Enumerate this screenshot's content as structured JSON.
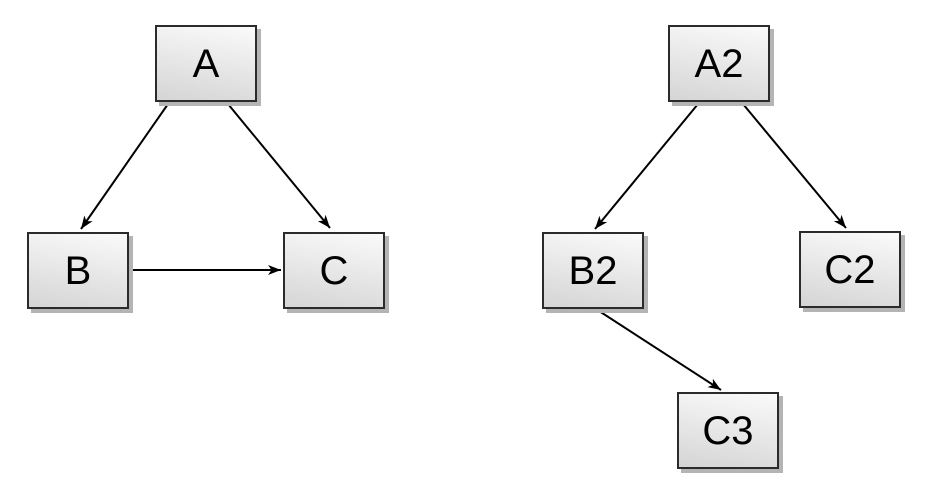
{
  "diagram": {
    "background_color": "#ffffff",
    "node_style": {
      "fill_top": "#fafafa",
      "fill_bottom": "#d5d5d5",
      "border_color": "#2b2b2b",
      "shadow_color": "#b4b4b4",
      "text_color": "#000000"
    },
    "edge_color": "#000000",
    "left_graph": {
      "nodes": [
        {
          "id": "A",
          "label": "A"
        },
        {
          "id": "B",
          "label": "B"
        },
        {
          "id": "C",
          "label": "C"
        }
      ],
      "edges": [
        {
          "from": "A",
          "to": "B"
        },
        {
          "from": "A",
          "to": "C"
        },
        {
          "from": "B",
          "to": "C"
        }
      ]
    },
    "right_graph": {
      "nodes": [
        {
          "id": "A2",
          "label": "A2"
        },
        {
          "id": "B2",
          "label": "B2"
        },
        {
          "id": "C2",
          "label": "C2"
        },
        {
          "id": "C3",
          "label": "C3"
        }
      ],
      "edges": [
        {
          "from": "A2",
          "to": "B2"
        },
        {
          "from": "A2",
          "to": "C2"
        },
        {
          "from": "B2",
          "to": "C3"
        }
      ]
    }
  }
}
